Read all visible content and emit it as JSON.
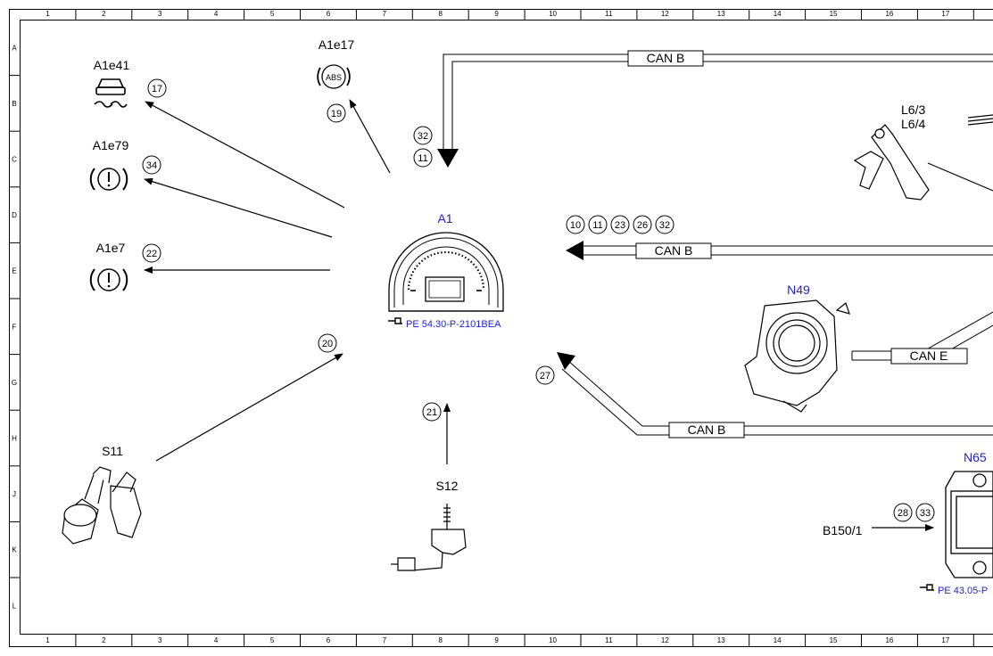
{
  "grid": {
    "columns": [
      "1",
      "2",
      "3",
      "4",
      "5",
      "6",
      "7",
      "8",
      "9",
      "10",
      "11",
      "12",
      "13",
      "14",
      "15",
      "16",
      "17"
    ],
    "rows": [
      "A",
      "B",
      "C",
      "D",
      "E",
      "F",
      "G",
      "H",
      "J",
      "K",
      "L"
    ]
  },
  "components": {
    "a1e41": "A1e41",
    "a1e17": "A1e17",
    "a1e79": "A1e79",
    "a1e7": "A1e7",
    "a1": "A1",
    "a1_ref": "PE 54.30-P-2101BEA",
    "l63": "L6/3",
    "l64": "L6/4",
    "n49": "N49",
    "s11": "S11",
    "s12": "S12",
    "n65": "N65",
    "n65_ref": "PE 43.05-P",
    "b150": "B150/1",
    "abs_text": "ABS"
  },
  "buses": {
    "top": "CAN B",
    "middle": "CAN B",
    "lower": "CAN B",
    "cane": "CAN E"
  },
  "signals": {
    "s17": "17",
    "s19": "19",
    "s34": "34",
    "s22": "22",
    "s20": "20",
    "s32": "32",
    "s11": "11",
    "s21": "21",
    "s27": "27",
    "m10": "10",
    "m11": "11",
    "m23": "23",
    "m26": "26",
    "m32": "32",
    "s28": "28",
    "s33": "33"
  }
}
